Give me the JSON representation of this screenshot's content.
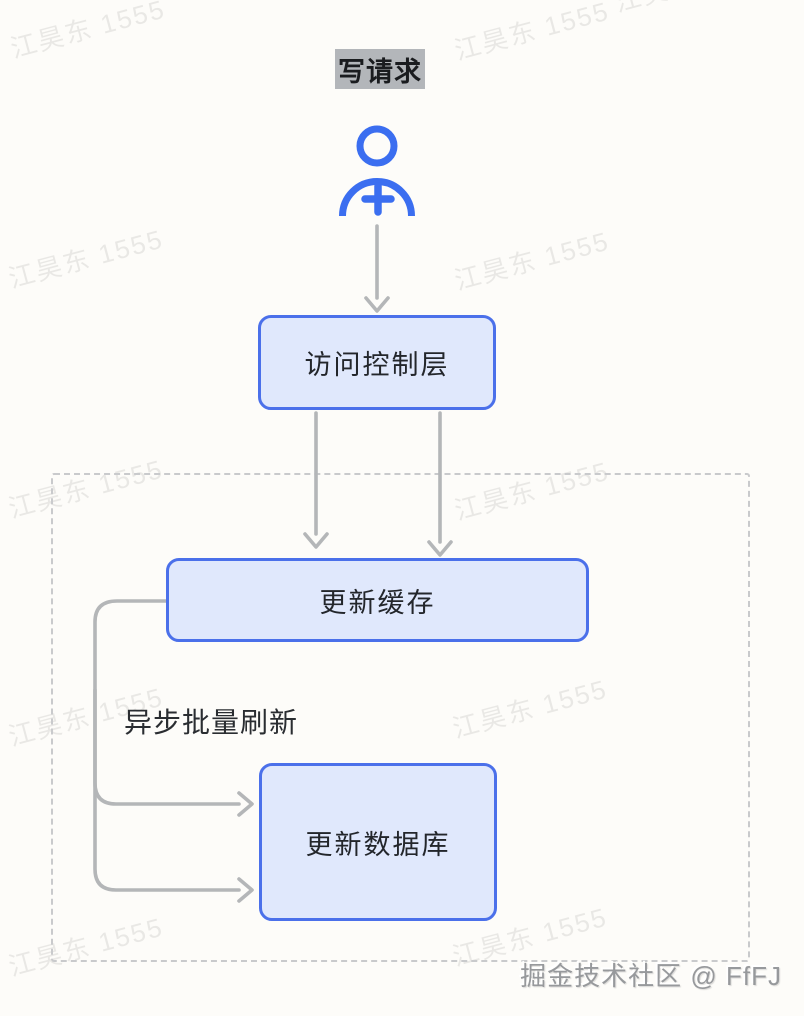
{
  "title": {
    "text": "写请求"
  },
  "nodes": {
    "access_control": {
      "label": "访问控制层"
    },
    "update_cache": {
      "label": "更新缓存"
    },
    "update_database": {
      "label": "更新数据库"
    }
  },
  "edge_label": {
    "text": "异步批量刷新"
  },
  "watermark": {
    "text": "江昊东 1555"
  },
  "attribution": {
    "text": "掘金技术社区 @ FfFJ"
  },
  "icons": {
    "actor": "user-add-icon"
  },
  "colors": {
    "accent": "#3b6ef0",
    "node_border": "#4b70ea",
    "node_fill": "#e0e8fc",
    "node_text": "#23262b",
    "arrow": "#b4b6b8",
    "dashed_border": "#c9cacc",
    "title_text": "#1a1c1f",
    "title_highlight": "#b3b6ba",
    "attribution_text": "#97999c",
    "page_bg": "#fdfcf9"
  }
}
